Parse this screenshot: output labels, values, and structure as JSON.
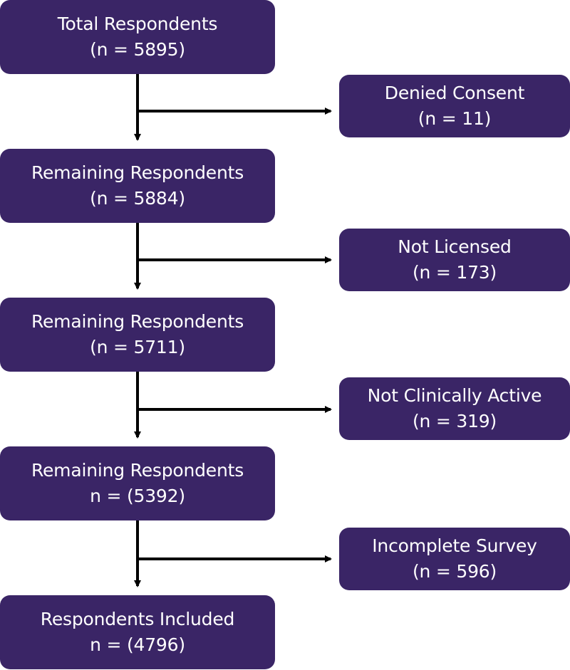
{
  "main_steps": [
    {
      "title": "Total Respondents",
      "count": "(n = 5895)"
    },
    {
      "title": "Remaining Respondents",
      "count": "(n = 5884)"
    },
    {
      "title": "Remaining Respondents",
      "count": "(n = 5711)"
    },
    {
      "title": "Remaining Respondents",
      "count": "n = (5392)"
    },
    {
      "title": "Respondents Included",
      "count": "n = (4796)"
    }
  ],
  "exclusions": [
    {
      "title": "Denied Consent",
      "count": "(n = 11)"
    },
    {
      "title": "Not Licensed",
      "count": "(n = 173)"
    },
    {
      "title": "Not Clinically Active",
      "count": "(n = 319)"
    },
    {
      "title": "Incomplete Survey",
      "count": "(n = 596)"
    }
  ],
  "colors": {
    "box_fill": "#3a2566",
    "box_text": "#ffffff",
    "connector": "#000000"
  }
}
